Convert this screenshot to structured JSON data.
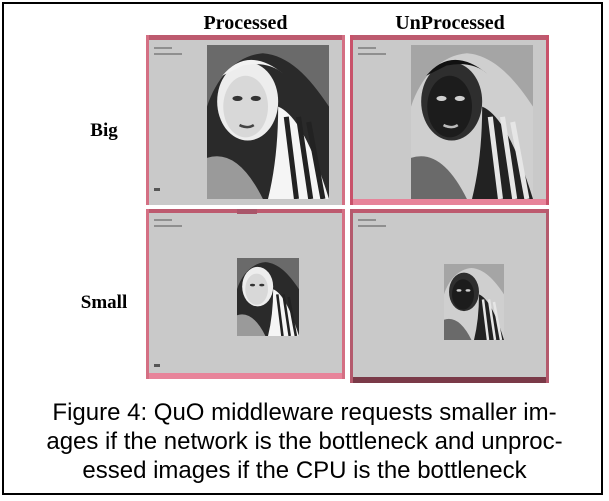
{
  "figure": {
    "columns": [
      "Processed",
      "UnProcessed"
    ],
    "rows": [
      "Big",
      "Small"
    ],
    "caption_lines": [
      "Figure 4: QuO middleware requests smaller im-",
      "ages if the network is the bottleneck and unproc-",
      "essed images if the CPU is the bottleneck"
    ]
  }
}
